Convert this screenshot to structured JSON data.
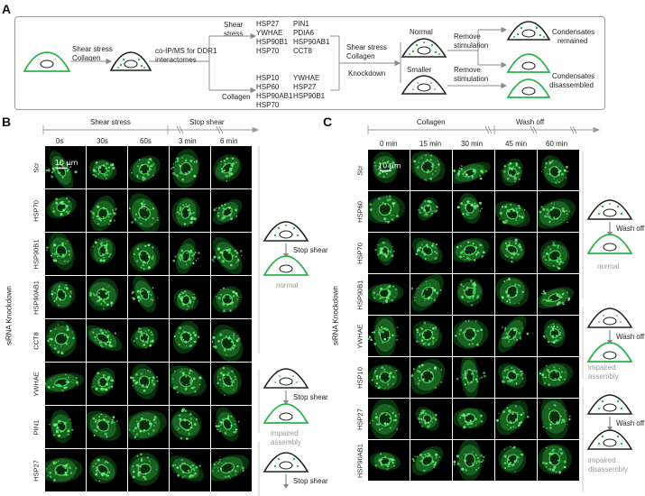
{
  "panelA": {
    "label": "A",
    "step1": [
      "Shear stress",
      "Collagen"
    ],
    "step2": [
      "co-IP/MS for DDR1",
      "interactomes"
    ],
    "branch_shear": {
      "label": [
        "Shear",
        "stress"
      ],
      "col1": [
        "HSP27",
        "YWHAE",
        "HSP90B1",
        "HSP70"
      ],
      "col2": [
        "PIN1",
        "PDIA6",
        "HSP90AB1",
        "CCT8"
      ]
    },
    "branch_collagen": {
      "label": "Collagen",
      "col1": [
        "HSP10",
        "HSP60",
        "HSP90AB1",
        "HSP70"
      ],
      "col2": [
        "YWHAE",
        "HSP27",
        "HSP90B1"
      ]
    },
    "step3": [
      "Shear stress",
      "Collagen"
    ],
    "knockdown": "Knockdown",
    "normal": "Normal",
    "smaller": "Smaller",
    "remove_stim": [
      "Remove",
      "stimulation"
    ],
    "remove_stim2": [
      "Remove",
      "stimulation"
    ],
    "condensates_remained": [
      "Condensates",
      "remained"
    ],
    "condensates_disassembled": [
      "Condensates",
      "disassembled"
    ]
  },
  "panelB": {
    "label": "B",
    "phase1": "Shear stress",
    "phase2": "Stop shear",
    "timepoints": [
      "0s",
      "30s",
      "60s",
      "3 min",
      "6 min"
    ],
    "rows": [
      "Scr",
      "HSP70",
      "HSP90B1",
      "HSP90AB1",
      "CCT8",
      "YWHAE",
      "PIN1",
      "HSP27"
    ],
    "scale_bar": "10 µm",
    "side_label": "siRNA Knockdown",
    "legend": [
      {
        "action": "Stop shear",
        "outcome": "normal"
      },
      {
        "action": "Stop shear",
        "outcome": [
          "impaired",
          "assembly"
        ]
      },
      {
        "action": "Stop shear",
        "outcome": ""
      }
    ]
  },
  "panelC": {
    "label": "C",
    "phase1": "Collagen",
    "phase2": "Wash off",
    "timepoints": [
      "0 min",
      "15 min",
      "30 min",
      "45 min",
      "60 min"
    ],
    "rows": [
      "Scr",
      "HSP60",
      "HSP70",
      "HSP90B1",
      "YWHAE",
      "HSP10",
      "HSP27",
      "HSP90AB1"
    ],
    "scale_bar": "10 µm",
    "side_label": "siRNA Knockdown",
    "legend": [
      {
        "action": "Wash off",
        "outcome": "normal"
      },
      {
        "action": "Wash off",
        "outcome": [
          "impaired",
          "assembly"
        ]
      },
      {
        "action": "Wash off",
        "outcome": [
          "impaired",
          "disassembly"
        ]
      }
    ]
  },
  "colors": {
    "cell_green": "#2db34a",
    "micro_green": "#43d15a",
    "arrow": "#888888"
  }
}
